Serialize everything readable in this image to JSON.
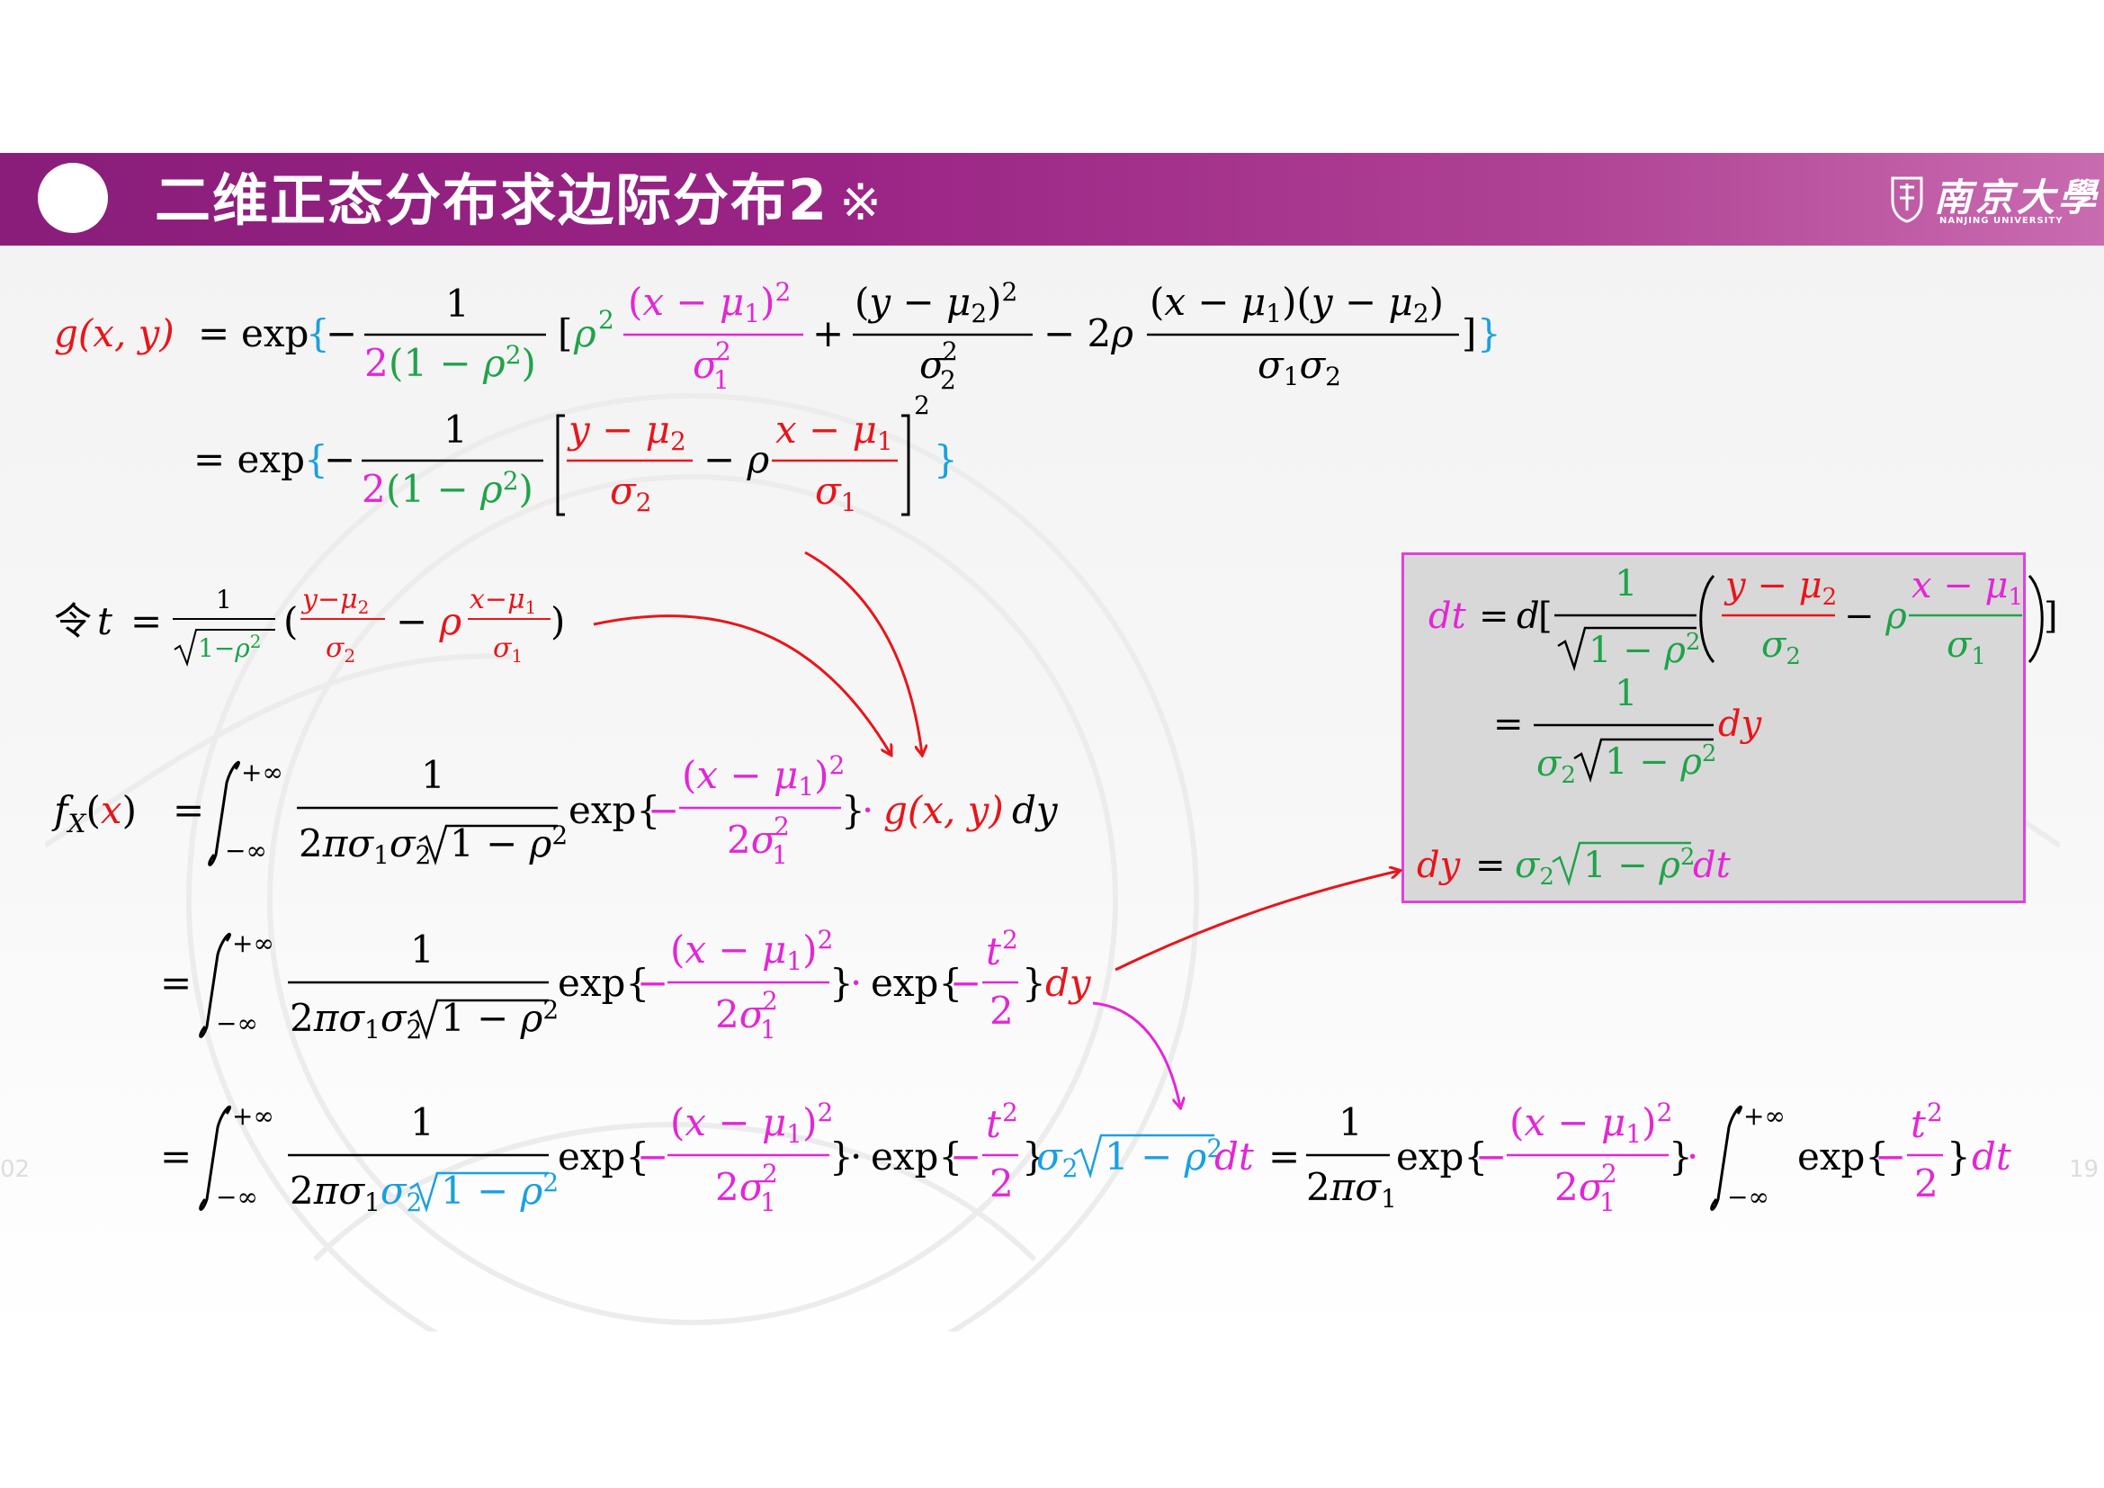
{
  "header": {
    "title": "二维正态分布求边际分布2",
    "title_mark": "※",
    "logo_text": "南京大學",
    "logo_sub": "NANJING UNIVERSITY"
  },
  "page_numbers": {
    "left": "02",
    "right": "19"
  },
  "colors": {
    "header": "#9a2485",
    "red": "#e8151b",
    "magenta": "#e326d6",
    "green": "#1fa34a",
    "blue": "#1aa0e0",
    "box_fill": "#d8d8d8",
    "box_border": "#e040e0"
  },
  "equations": {
    "g_lhs": "g(x, y)",
    "equals": "=",
    "exp": "exp",
    "let": "令",
    "fx_lhs": "f",
    "fx_sub": "X",
    "fx_arg": "x",
    "plus_inf": "+∞",
    "minus_inf": "−∞",
    "one": "1",
    "two": "2",
    "dy": "dy",
    "dt": "dt",
    "t": "t"
  }
}
